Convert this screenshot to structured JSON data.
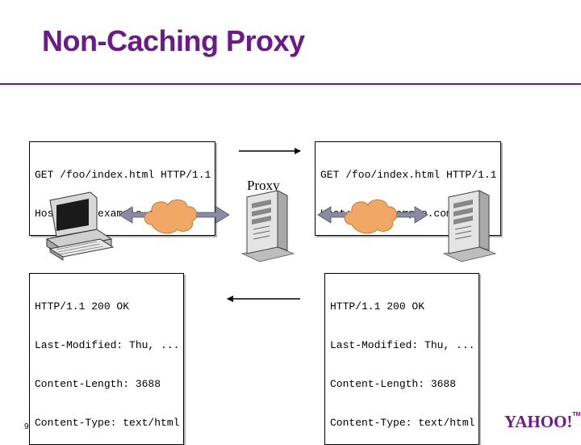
{
  "slide": {
    "title": "Non-Caching Proxy",
    "page_number": "9",
    "logo_text": "YAHOO!",
    "logo_tm": "TM"
  },
  "proxy_label": "Proxy",
  "request_client": {
    "lines": [
      "GET /foo/index.html HTTP/1.1",
      "Host: www.example.com"
    ]
  },
  "request_server": {
    "lines": [
      "GET /foo/index.html HTTP/1.1",
      "Host: www.example.com"
    ]
  },
  "response_client": {
    "lines": [
      "HTTP/1.1 200 OK",
      "Last-Modified: Thu, ...",
      "Content-Length: 3688",
      "Content-Type: text/html"
    ]
  },
  "response_server": {
    "lines": [
      "HTTP/1.1 200 OK",
      "Last-Modified: Thu, ...",
      "Content-Length: 3688",
      "Content-Type: text/html"
    ]
  },
  "colors": {
    "title": "#6b1a8a",
    "cloud": "#f2a865",
    "arrow": "#8a8aa8"
  },
  "icons": [
    "desktop-computer-icon",
    "network-cloud-icon",
    "server-tower-icon"
  ]
}
